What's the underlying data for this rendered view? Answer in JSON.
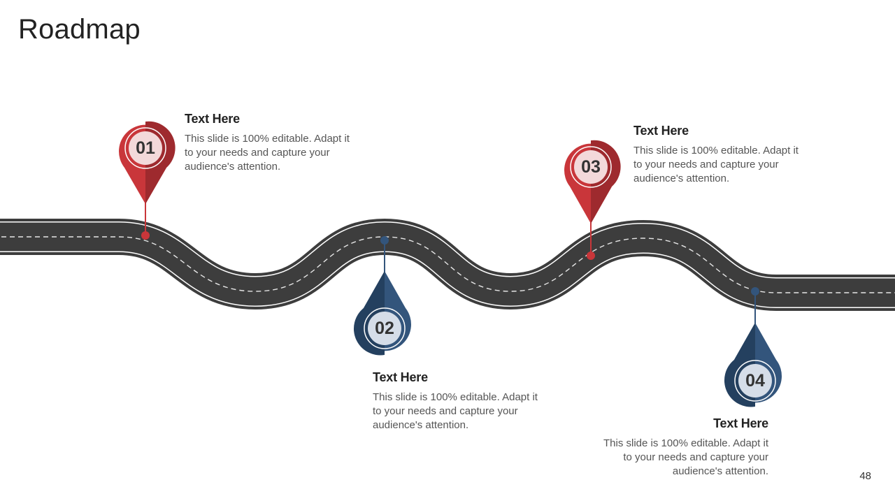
{
  "slide": {
    "title": "Roadmap",
    "page_number": "48"
  },
  "colors": {
    "road": "#3d3d3d",
    "road_edge": "#ffffff",
    "red_light": "#c9363a",
    "red_dark": "#9e2a2e",
    "red_fill": "#f3d9da",
    "blue_light": "#33557c",
    "blue_dark": "#24405f",
    "blue_fill": "#d5dde8"
  },
  "milestones": [
    {
      "number": "01",
      "heading": "Text Here",
      "body": "This slide is 100% editable. Adapt it to your needs and capture your audience's attention."
    },
    {
      "number": "02",
      "heading": "Text Here",
      "body": "This slide is 100% editable. Adapt it to your needs and capture your audience's attention."
    },
    {
      "number": "03",
      "heading": "Text Here",
      "body": "This slide is 100% editable. Adapt it to your needs and capture your audience's attention."
    },
    {
      "number": "04",
      "heading": "Text Here",
      "body": "This slide is 100% editable. Adapt it to your needs and capture your audience's attention."
    }
  ]
}
